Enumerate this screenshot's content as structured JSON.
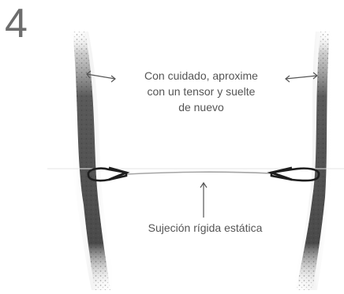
{
  "step_number": "4",
  "labels": {
    "instruction_line1": "Con cuidado, aproxime",
    "instruction_line2": "con un tensor y suelte",
    "instruction_line3": "de nuevo",
    "static_tie": "Sujeción rígida estática"
  },
  "colors": {
    "text": "#555555",
    "step_number": "#6d6d6d",
    "tree_bark": "#4a4a4a",
    "rope": "#9a9a9a",
    "strap": "#1e1e1e"
  },
  "icons": [
    "double-arrow-left-icon",
    "double-arrow-right-icon",
    "up-arrow-icon"
  ]
}
